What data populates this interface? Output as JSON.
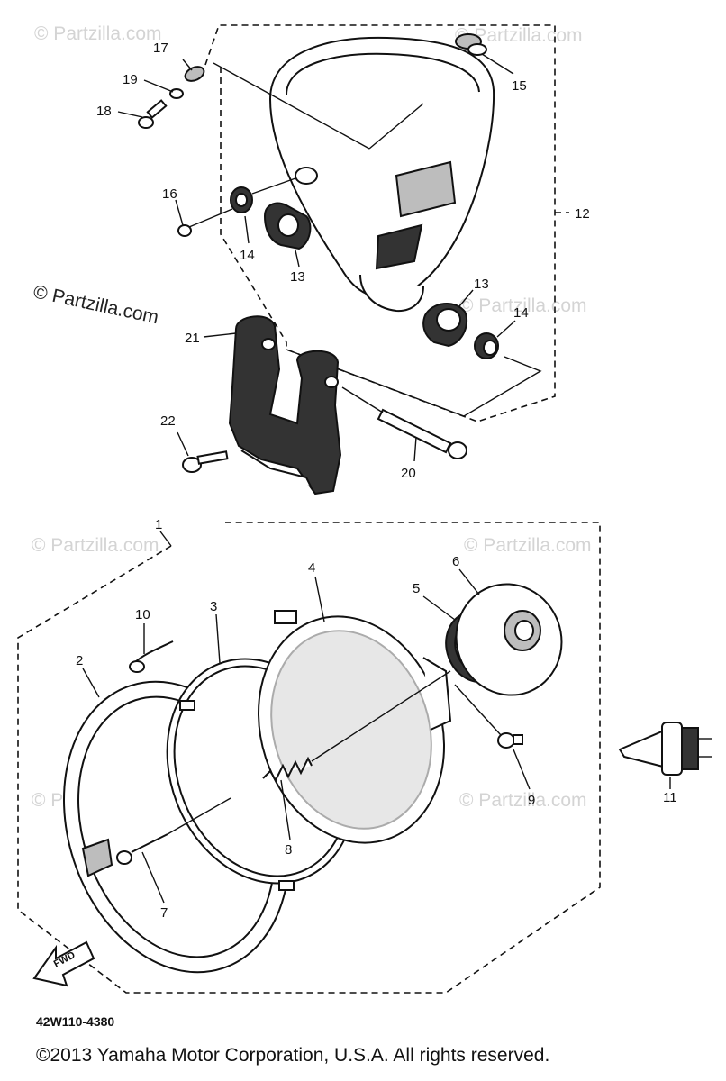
{
  "diagram": {
    "watermarks": {
      "prominent": "© Partzilla.com",
      "faint": "© Partzilla.com"
    },
    "callouts": {
      "c1": "1",
      "c2": "2",
      "c3": "3",
      "c4": "4",
      "c5": "5",
      "c6": "6",
      "c7": "7",
      "c8": "8",
      "c9": "9",
      "c10": "10",
      "c11": "11",
      "c12": "12",
      "c13a": "13",
      "c13b": "13",
      "c14a": "14",
      "c14b": "14",
      "c15": "15",
      "c16": "16",
      "c17": "17",
      "c18": "18",
      "c19": "19",
      "c20": "20",
      "c21": "21",
      "c22": "22"
    },
    "arrow_label": "FWD",
    "drawing_code": "42W110-4380",
    "copyright": "©2013 Yamaha Motor Corporation, U.S.A. All rights reserved."
  }
}
